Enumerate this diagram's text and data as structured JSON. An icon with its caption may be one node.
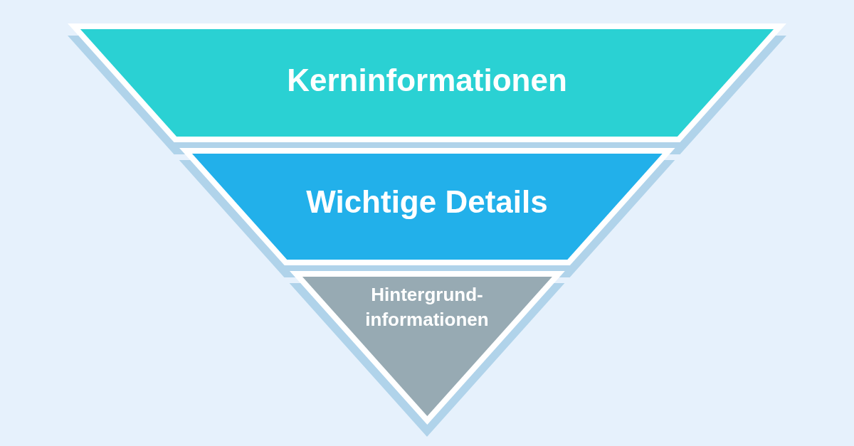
{
  "diagram": {
    "nodes": [
      {
        "text": [
          "Kerninformationen"
        ]
      },
      {
        "text": [
          "Wichtige Details"
        ]
      },
      {
        "text": [
          "Hintergrund- informationen"
        ]
      }
    ]
  }
}
